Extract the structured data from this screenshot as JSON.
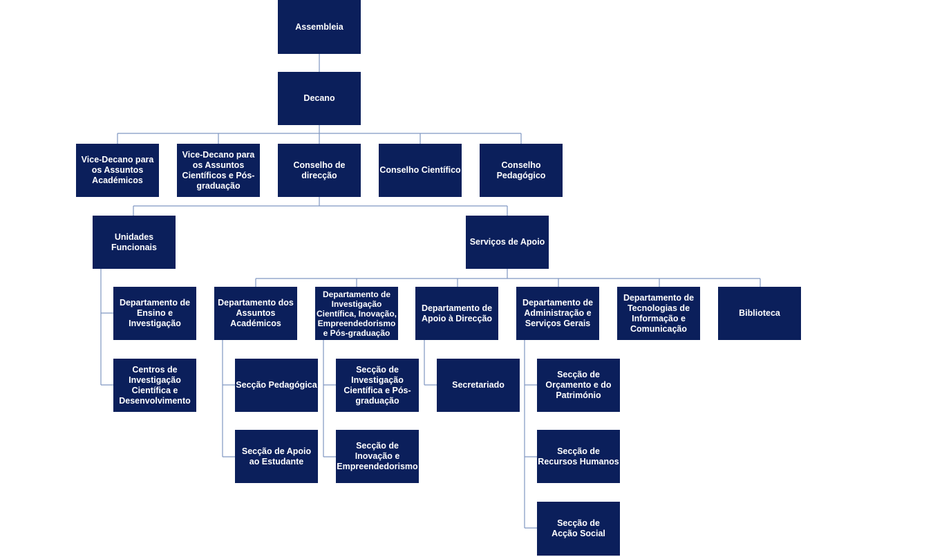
{
  "colors": {
    "box_fill": "#0b1f5b",
    "box_text": "#ffffff",
    "connector": "#7f96c2",
    "background": "#ffffff"
  },
  "nodes": {
    "assembleia": "Assembleia",
    "decano": "Decano",
    "vice_decano_academicos": "Vice-Decano para os Assuntos Académicos",
    "vice_decano_cientificos": "Vice-Decano para os Assuntos Científicos e Pós-graduação",
    "conselho_direccao": "Conselho de direcção",
    "conselho_cientifico": "Conselho Científico",
    "conselho_pedagogico": "Conselho Pedagógico",
    "unidades_funcionais": "Unidades Funcionais",
    "servicos_apoio": "Serviços de Apoio",
    "dep_ensino_investigacao": "Departamento de Ensino e Investigação",
    "centros_investigacao": "Centros de Investigação Científica e Desenvolvimento",
    "dep_assuntos_academicos": "Departamento dos Assuntos Académicos",
    "dep_investigacao_cientifica": "Departamento de Investigação Científica, Inovação, Empreendedorismo e Pós-graduação",
    "dep_apoio_direccao": "Departamento de Apoio à Direcção",
    "dep_administracao": "Departamento de Administração e Serviços Gerais",
    "dep_tecnologias": "Departamento de Tecnologias de Informação e Comunicação",
    "biblioteca": "Biblioteca",
    "seccao_pedagogica": "Secção Pedagógica",
    "seccao_apoio_estudante": "Secção de Apoio ao Estudante",
    "seccao_investigacao_pos": "Secção de Investigação Científica e Pós-graduação",
    "seccao_inovacao": "Secção de Inovação e Empreendedorismo",
    "secretariado": "Secretariado",
    "seccao_orcamento": "Secção de Orçamento e do Património",
    "seccao_recursos_humanos": "Secção de Recursos Humanos",
    "seccao_accao_social": "Secção de Acção Social"
  }
}
